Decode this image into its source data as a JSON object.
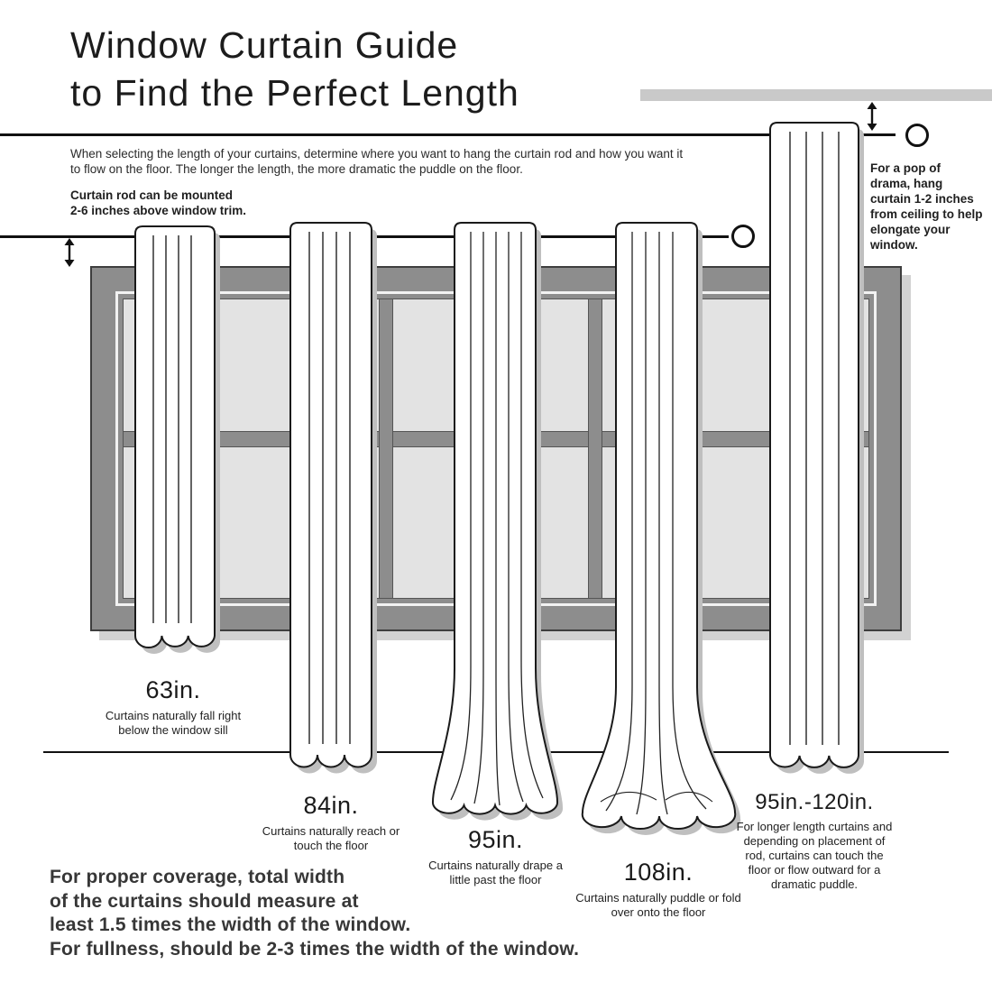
{
  "title": {
    "line1": "Window Curtain Guide",
    "line2": "to Find the Perfect Length"
  },
  "intro": "When selecting the length of your curtains, determine where you want to hang the curtain rod and how you want it to flow on the floor. The longer the length, the more dramatic the puddle on the floor.",
  "rod_note": {
    "line1": "Curtain rod can be mounted",
    "line2": "2-6 inches above window trim."
  },
  "ceiling_tip": "For a pop of drama, hang curtain 1-2 inches from ceiling to help elongate your window.",
  "curtains": [
    {
      "length": "63in.",
      "description": "Curtains naturally fall right below the window sill"
    },
    {
      "length": "84in.",
      "description": "Curtains naturally reach or touch the floor"
    },
    {
      "length": "95in.",
      "description": "Curtains naturally drape a little past the floor"
    },
    {
      "length": "108in.",
      "description": "Curtains naturally puddle or fold over onto the floor"
    },
    {
      "length": "95in.-120in.",
      "description": "For longer length curtains and depending on placement of rod, curtains can touch the floor or flow outward for a dramatic puddle."
    }
  ],
  "footer": {
    "line1": "For proper coverage, total width",
    "line2": "of the curtains should measure at",
    "line3": "least 1.5 times the width of the window.",
    "line4": "For fullness, should be 2-3 times the width of the window."
  },
  "colors": {
    "text": "#1f1f1f",
    "window_frame": "#8d8d8d",
    "window_pane": "#e3e3e3",
    "shadow": "#c6c6c6",
    "line": "#111111"
  }
}
